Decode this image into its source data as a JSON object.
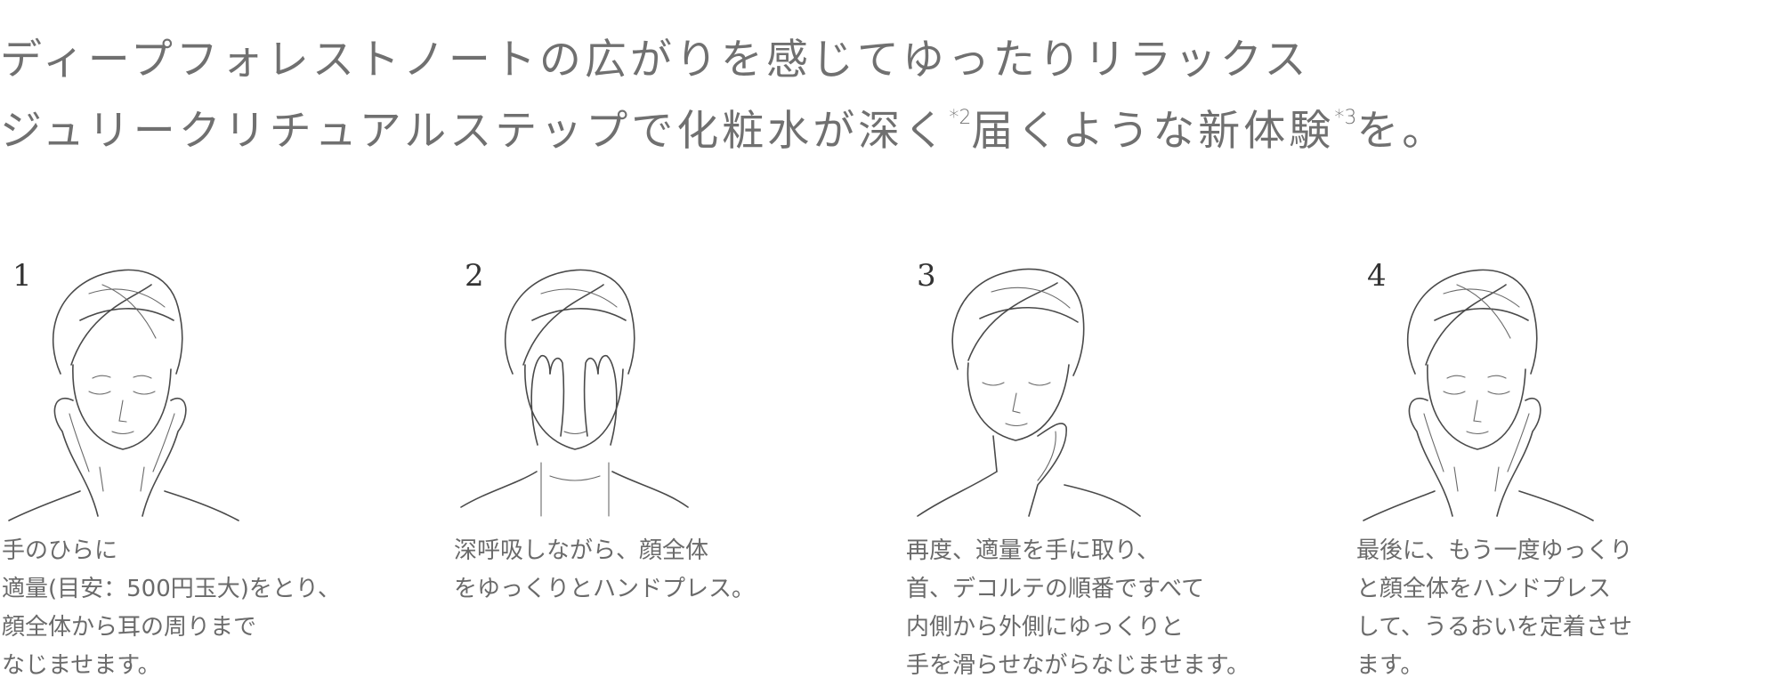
{
  "headline": {
    "line1": "ディープフォレストノートの広がりを感じてゆったりリラックス",
    "line2_a": "ジュリークリチュアルステップで化粧水が深く",
    "line2_sup1": "*2",
    "line2_b": "届くような新体験",
    "line2_sup2": "*3",
    "line2_c": "を。"
  },
  "steps": [
    {
      "number": "1",
      "illustration": "woman-hands-on-cheeks-illustration",
      "lines": [
        "手のひらに",
        "適量(目安：500円玉大)をとり、",
        "顔全体から耳の周りまで",
        "なじませます。"
      ]
    },
    {
      "number": "2",
      "illustration": "woman-hands-over-face-illustration",
      "lines": [
        "深呼吸しながら、顔全体",
        "をゆっくりとハンドプレス。"
      ]
    },
    {
      "number": "3",
      "illustration": "woman-hand-on-neck-illustration",
      "lines": [
        "再度、適量を手に取り、",
        "首、デコルテの順番ですべて",
        "内側から外側にゆっくりと",
        "手を滑らせながらなじませます。"
      ]
    },
    {
      "number": "4",
      "illustration": "woman-hands-on-cheeks-illustration",
      "lines": [
        "最後に、もう一度ゆっくり",
        "と顔全体をハンドプレス",
        "して、うるおいを定着させ",
        "ます。"
      ]
    }
  ]
}
